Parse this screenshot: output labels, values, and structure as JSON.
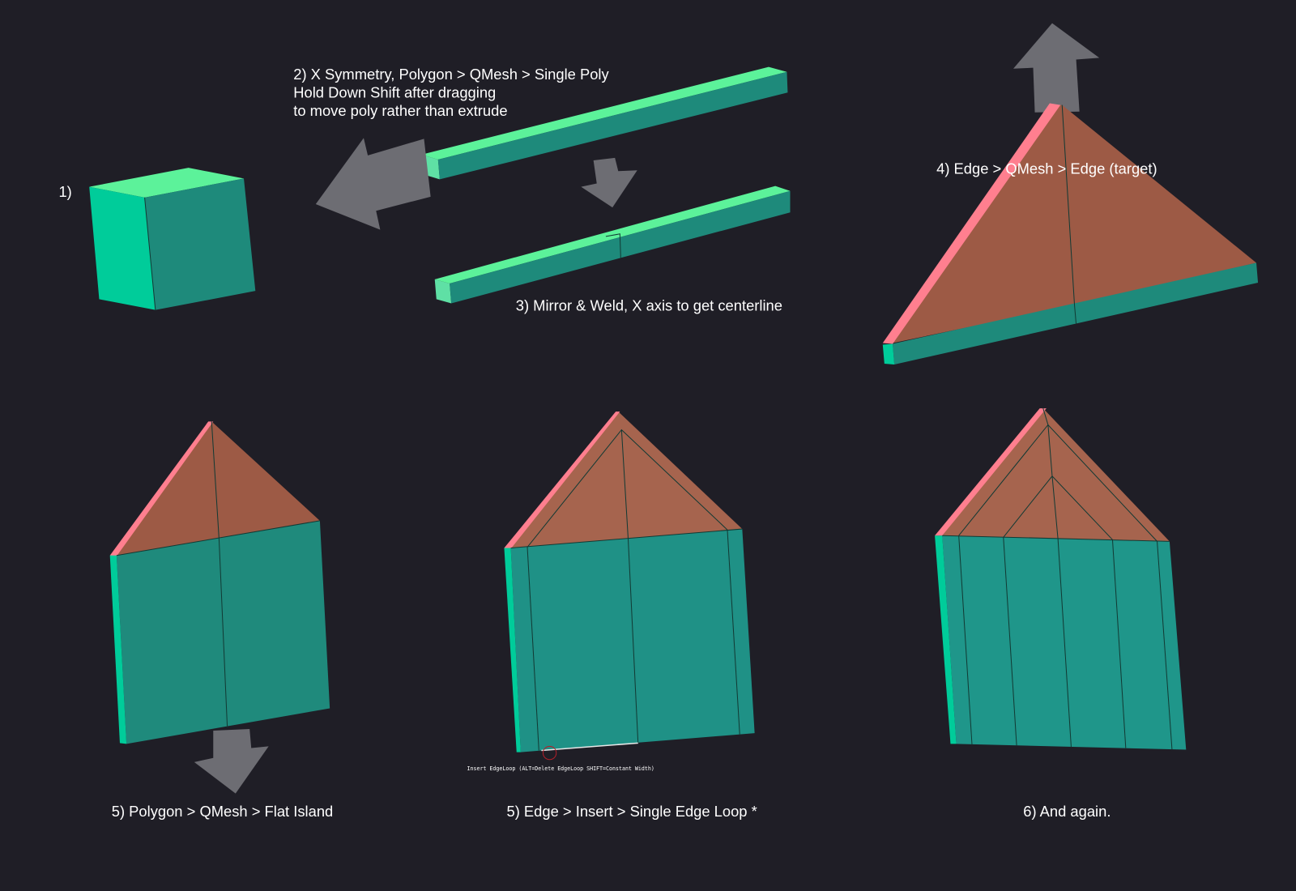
{
  "steps": {
    "step1": "1)",
    "step2": [
      "2) X Symmetry, Polygon > QMesh > Single Poly",
      "Hold Down Shift after dragging",
      "to move poly rather than extrude"
    ],
    "step3": "3) Mirror & Weld, X axis to get centerline",
    "step4": "4) Edge > QMesh > Edge (target)",
    "step5a": "5) Polygon > QMesh > Flat Island",
    "step5b": "5) Edge > Insert > Single Edge Loop *",
    "step6": "6) And again.",
    "tooltip": "Insert EdgeLoop (ALT=Delete EdgeLoop SHIFT=Constant Width)"
  },
  "colors": {
    "background": "#1f1e26",
    "green": "#5cf29a",
    "teal": "#1f9186",
    "roof": "#9d5a45",
    "edge_highlight": "#ff7f8f",
    "arrow": "#6d6d73"
  }
}
